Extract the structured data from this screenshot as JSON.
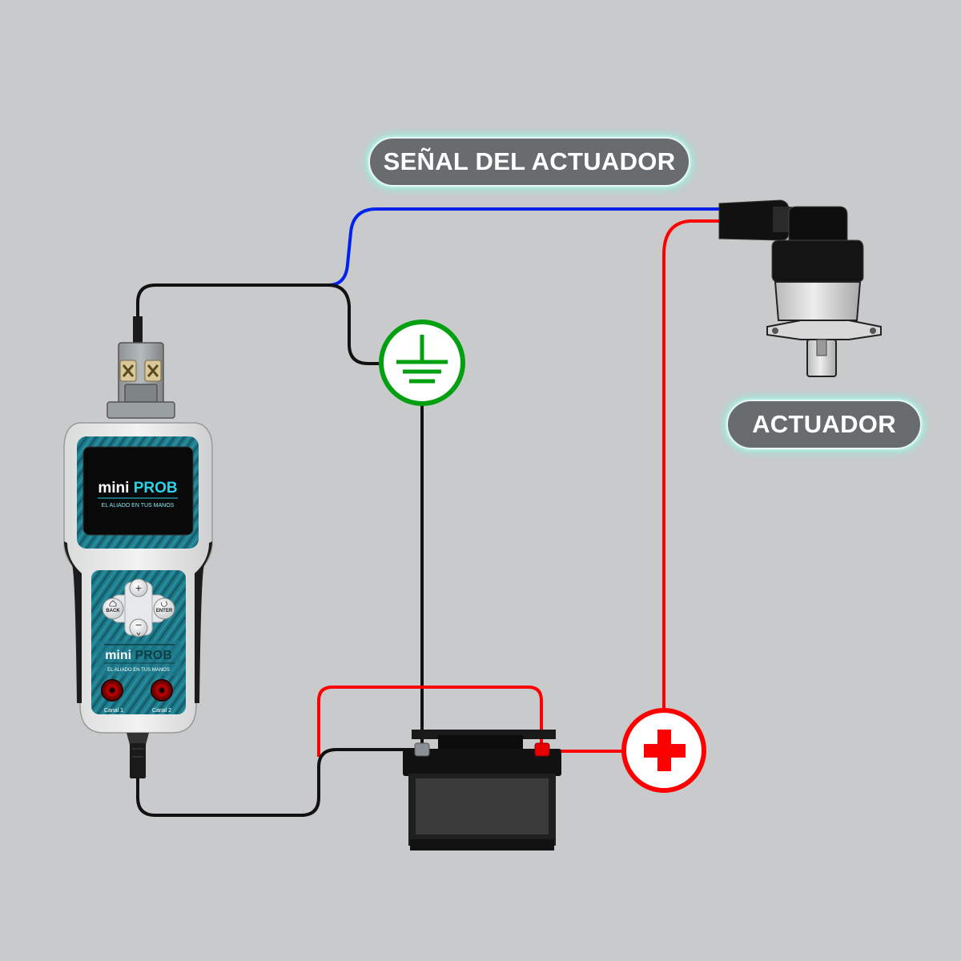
{
  "labels": {
    "signal": "SEÑAL DEL ACTUADOR",
    "actuator": "ACTUADOR"
  },
  "device": {
    "brand_light": "mini",
    "brand_bold": "PROB",
    "tagline": "EL ALIADO EN TUS MANOS",
    "buttons": {
      "plus": "+",
      "minus": "−",
      "back": "BACK",
      "enter": "ENTER"
    },
    "channels": [
      "Canal 1",
      "Canal 2"
    ]
  },
  "colors": {
    "background": "#c9cacc",
    "signal_wire": "#0022ee",
    "positive_wire": "#ff0000",
    "ground_wire": "#111111",
    "ground_symbol": "#00a010",
    "brand_teal": "#1e7c8c",
    "pill_fill": "#686c6e"
  },
  "icons": [
    "ground-icon",
    "positive-plus-icon",
    "home-icon",
    "refresh-icon"
  ]
}
